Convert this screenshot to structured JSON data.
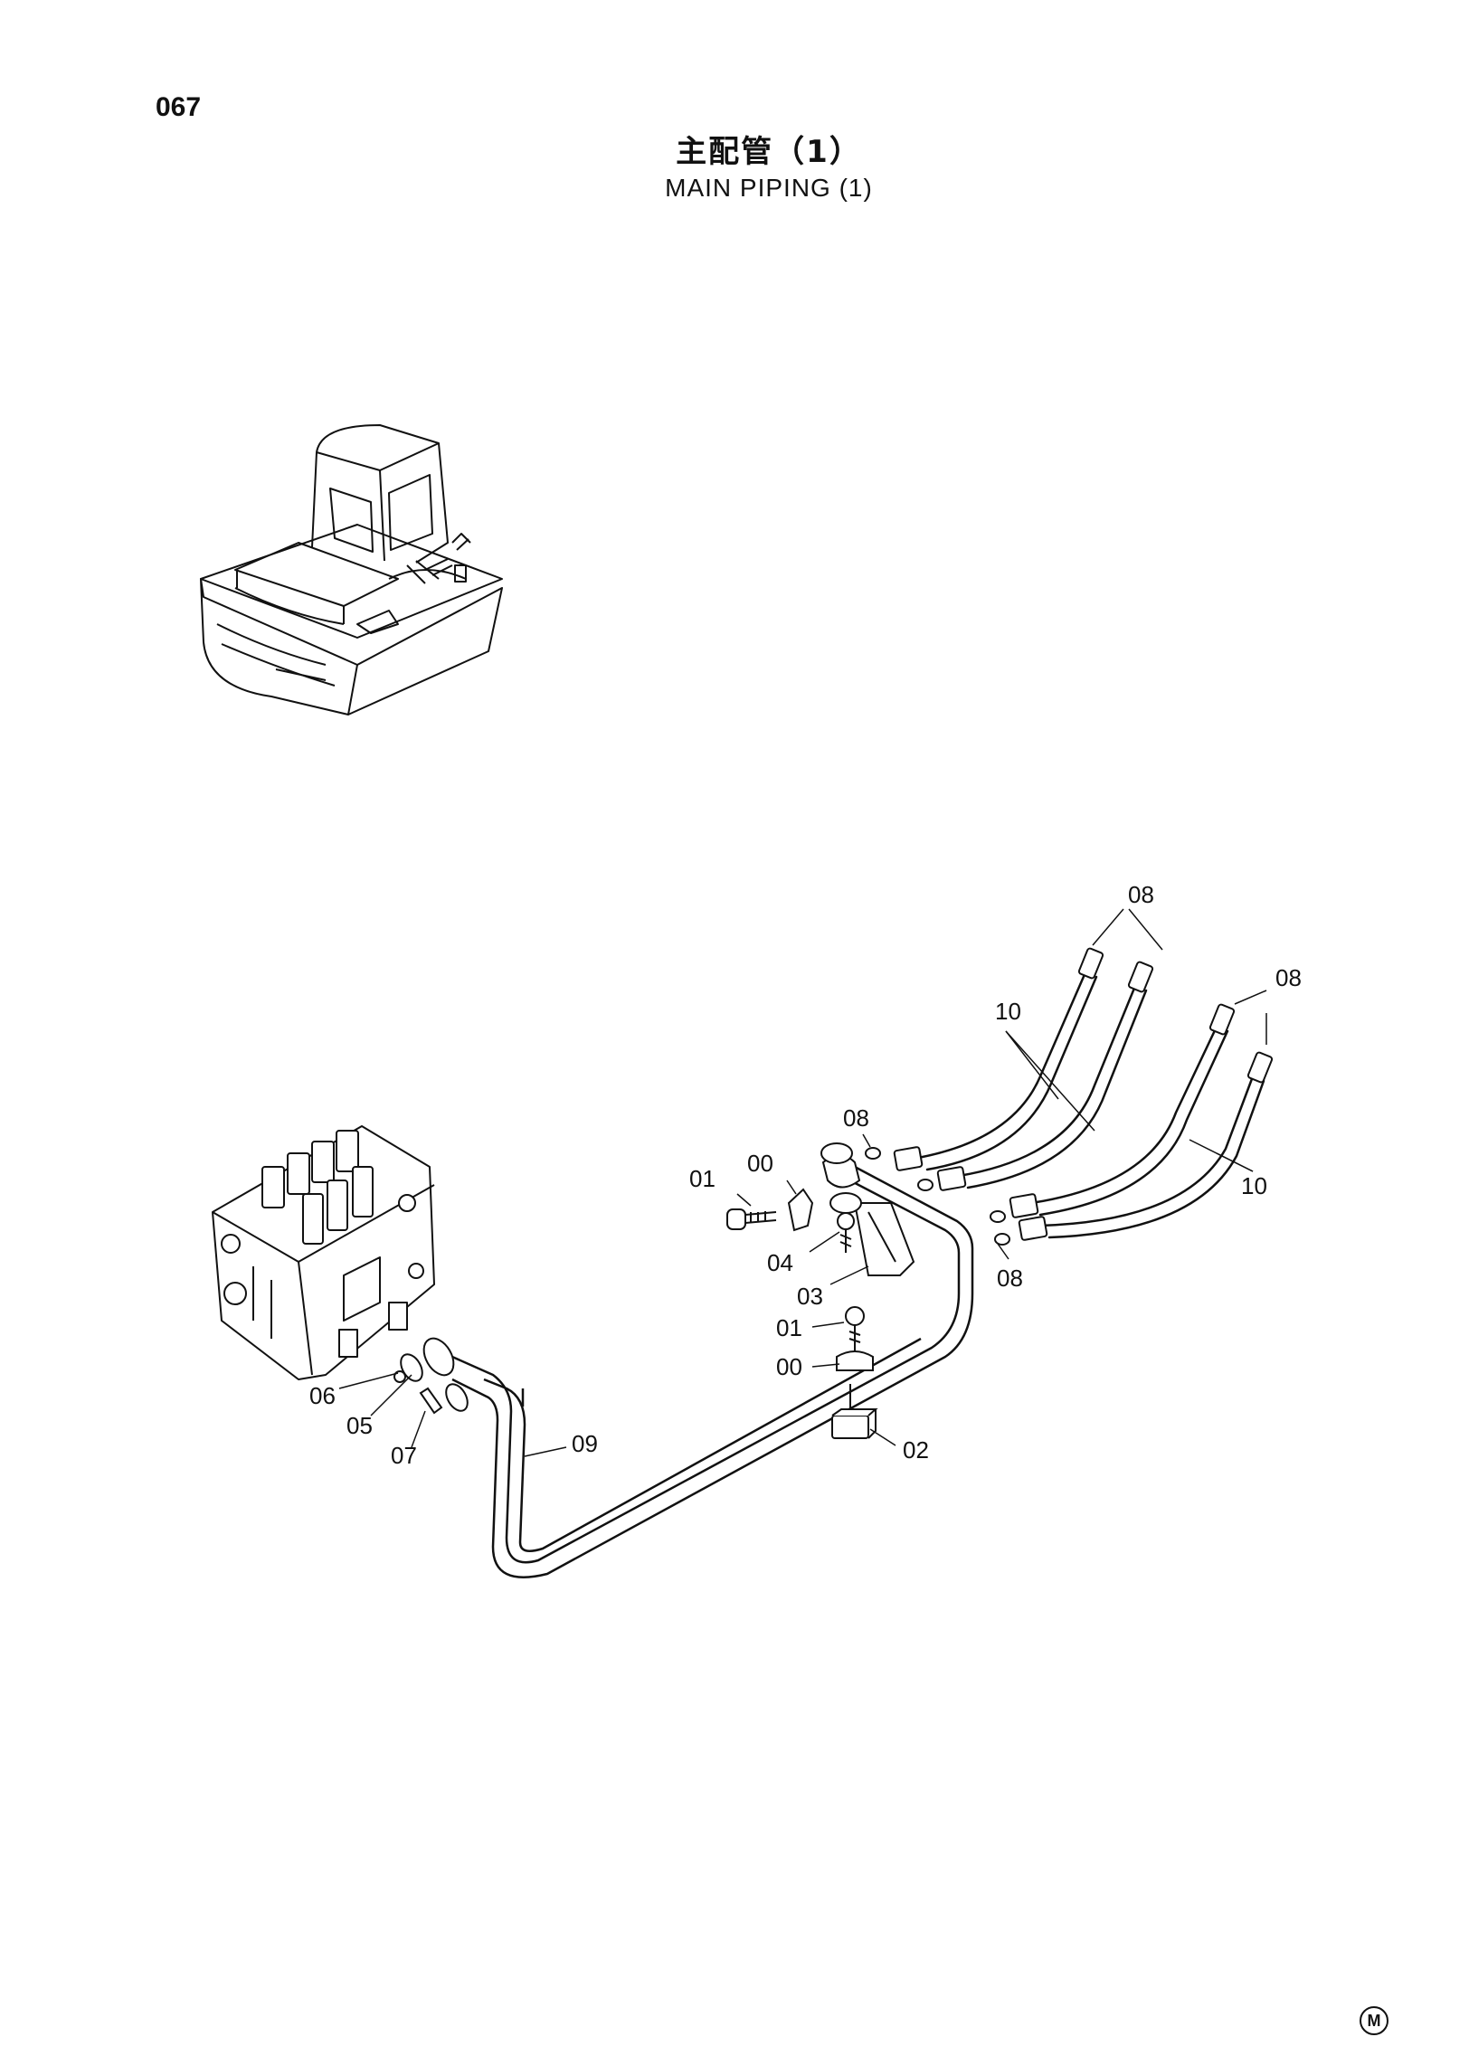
{
  "header": {
    "page_number": "067",
    "title_jp": "主配管（1）",
    "title_en": "MAIN PIPING (1)"
  },
  "callouts": [
    {
      "id": "c08a",
      "text": "08"
    },
    {
      "id": "c08b",
      "text": "08"
    },
    {
      "id": "c10a",
      "text": "10"
    },
    {
      "id": "c08c",
      "text": "08"
    },
    {
      "id": "c01a",
      "text": "01"
    },
    {
      "id": "c00a",
      "text": "00"
    },
    {
      "id": "c04",
      "text": "04"
    },
    {
      "id": "c03",
      "text": "03"
    },
    {
      "id": "c08d",
      "text": "08"
    },
    {
      "id": "c10b",
      "text": "10"
    },
    {
      "id": "c01b",
      "text": "01"
    },
    {
      "id": "c00b",
      "text": "00"
    },
    {
      "id": "c02",
      "text": "02"
    },
    {
      "id": "c06",
      "text": "06"
    },
    {
      "id": "c05",
      "text": "05"
    },
    {
      "id": "c07",
      "text": "07"
    },
    {
      "id": "c09",
      "text": "09"
    }
  ],
  "footer": {
    "marker": "M"
  }
}
